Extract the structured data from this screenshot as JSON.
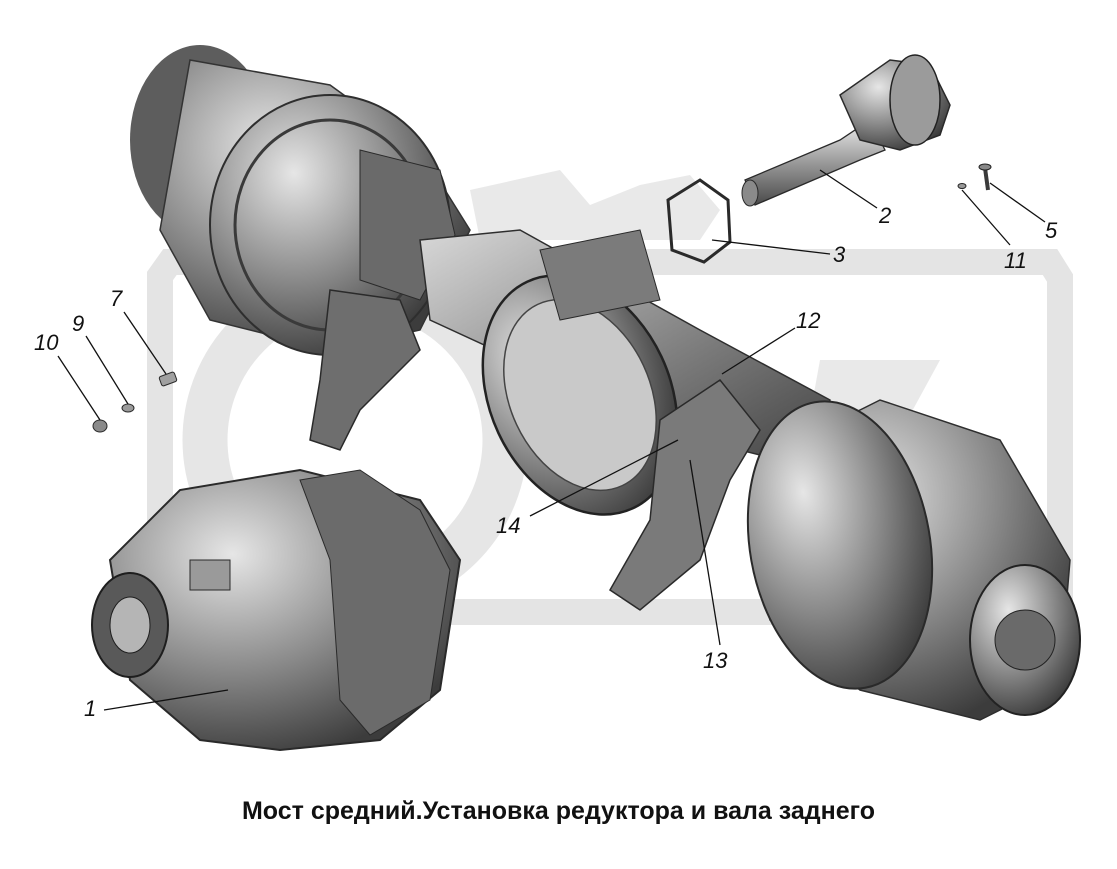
{
  "diagram": {
    "caption": "Мост средний.Установка редуктора и вала заднего",
    "callouts": [
      {
        "id": "c1",
        "label": "1"
      },
      {
        "id": "c2",
        "label": "2"
      },
      {
        "id": "c3",
        "label": "3"
      },
      {
        "id": "c5",
        "label": "5"
      },
      {
        "id": "c7",
        "label": "7"
      },
      {
        "id": "c9",
        "label": "9"
      },
      {
        "id": "c10",
        "label": "10"
      },
      {
        "id": "c11",
        "label": "11"
      },
      {
        "id": "c12",
        "label": "12"
      },
      {
        "id": "c13",
        "label": "13"
      },
      {
        "id": "c14",
        "label": "14"
      }
    ]
  }
}
